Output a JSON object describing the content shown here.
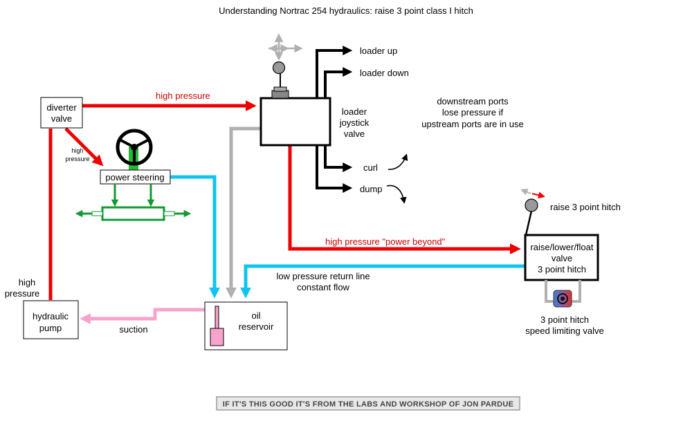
{
  "title": "Understanding Nortrac 254 hydraulics: raise 3 point class I hitch",
  "components": {
    "diverter": [
      "diverter",
      "valve"
    ],
    "joystick": [
      "loader",
      "joystick",
      "valve"
    ],
    "power_steering": "power steering",
    "pump": [
      "hydraulic",
      "pump"
    ],
    "reservoir": [
      "oil",
      "reservoir"
    ],
    "hitch_valve": [
      "raise/lower/float",
      "valve",
      "3 point hitch"
    ],
    "speed_valve": [
      "3 point hitch",
      "speed limiting valve"
    ]
  },
  "labels": {
    "high_pressure_top": "high pressure",
    "high_pressure_small": [
      "high",
      "pressure"
    ],
    "high_pressure_left": [
      "high",
      "pressure"
    ],
    "power_beyond": "high pressure \"power beyond\"",
    "return_line": [
      "low pressure return line",
      "constant flow"
    ],
    "suction": "suction",
    "loader_up": "loader up",
    "loader_down": "loader down",
    "curl": "curl",
    "dump": "dump",
    "raise_hitch": "raise 3 point hitch",
    "downstream_note": [
      "downstream ports",
      "lose pressure if",
      "upstream ports are in use"
    ]
  },
  "footer": "IF IT'S THIS GOOD IT'S FROM THE LABS AND WORKSHOP OF JON PARDUE",
  "colors": {
    "high_pressure": "#ee0000",
    "return_line": "#11c4f0",
    "grey_return": "#b0b0b0",
    "suction": "#f7a3cc",
    "steering": "#119933"
  }
}
